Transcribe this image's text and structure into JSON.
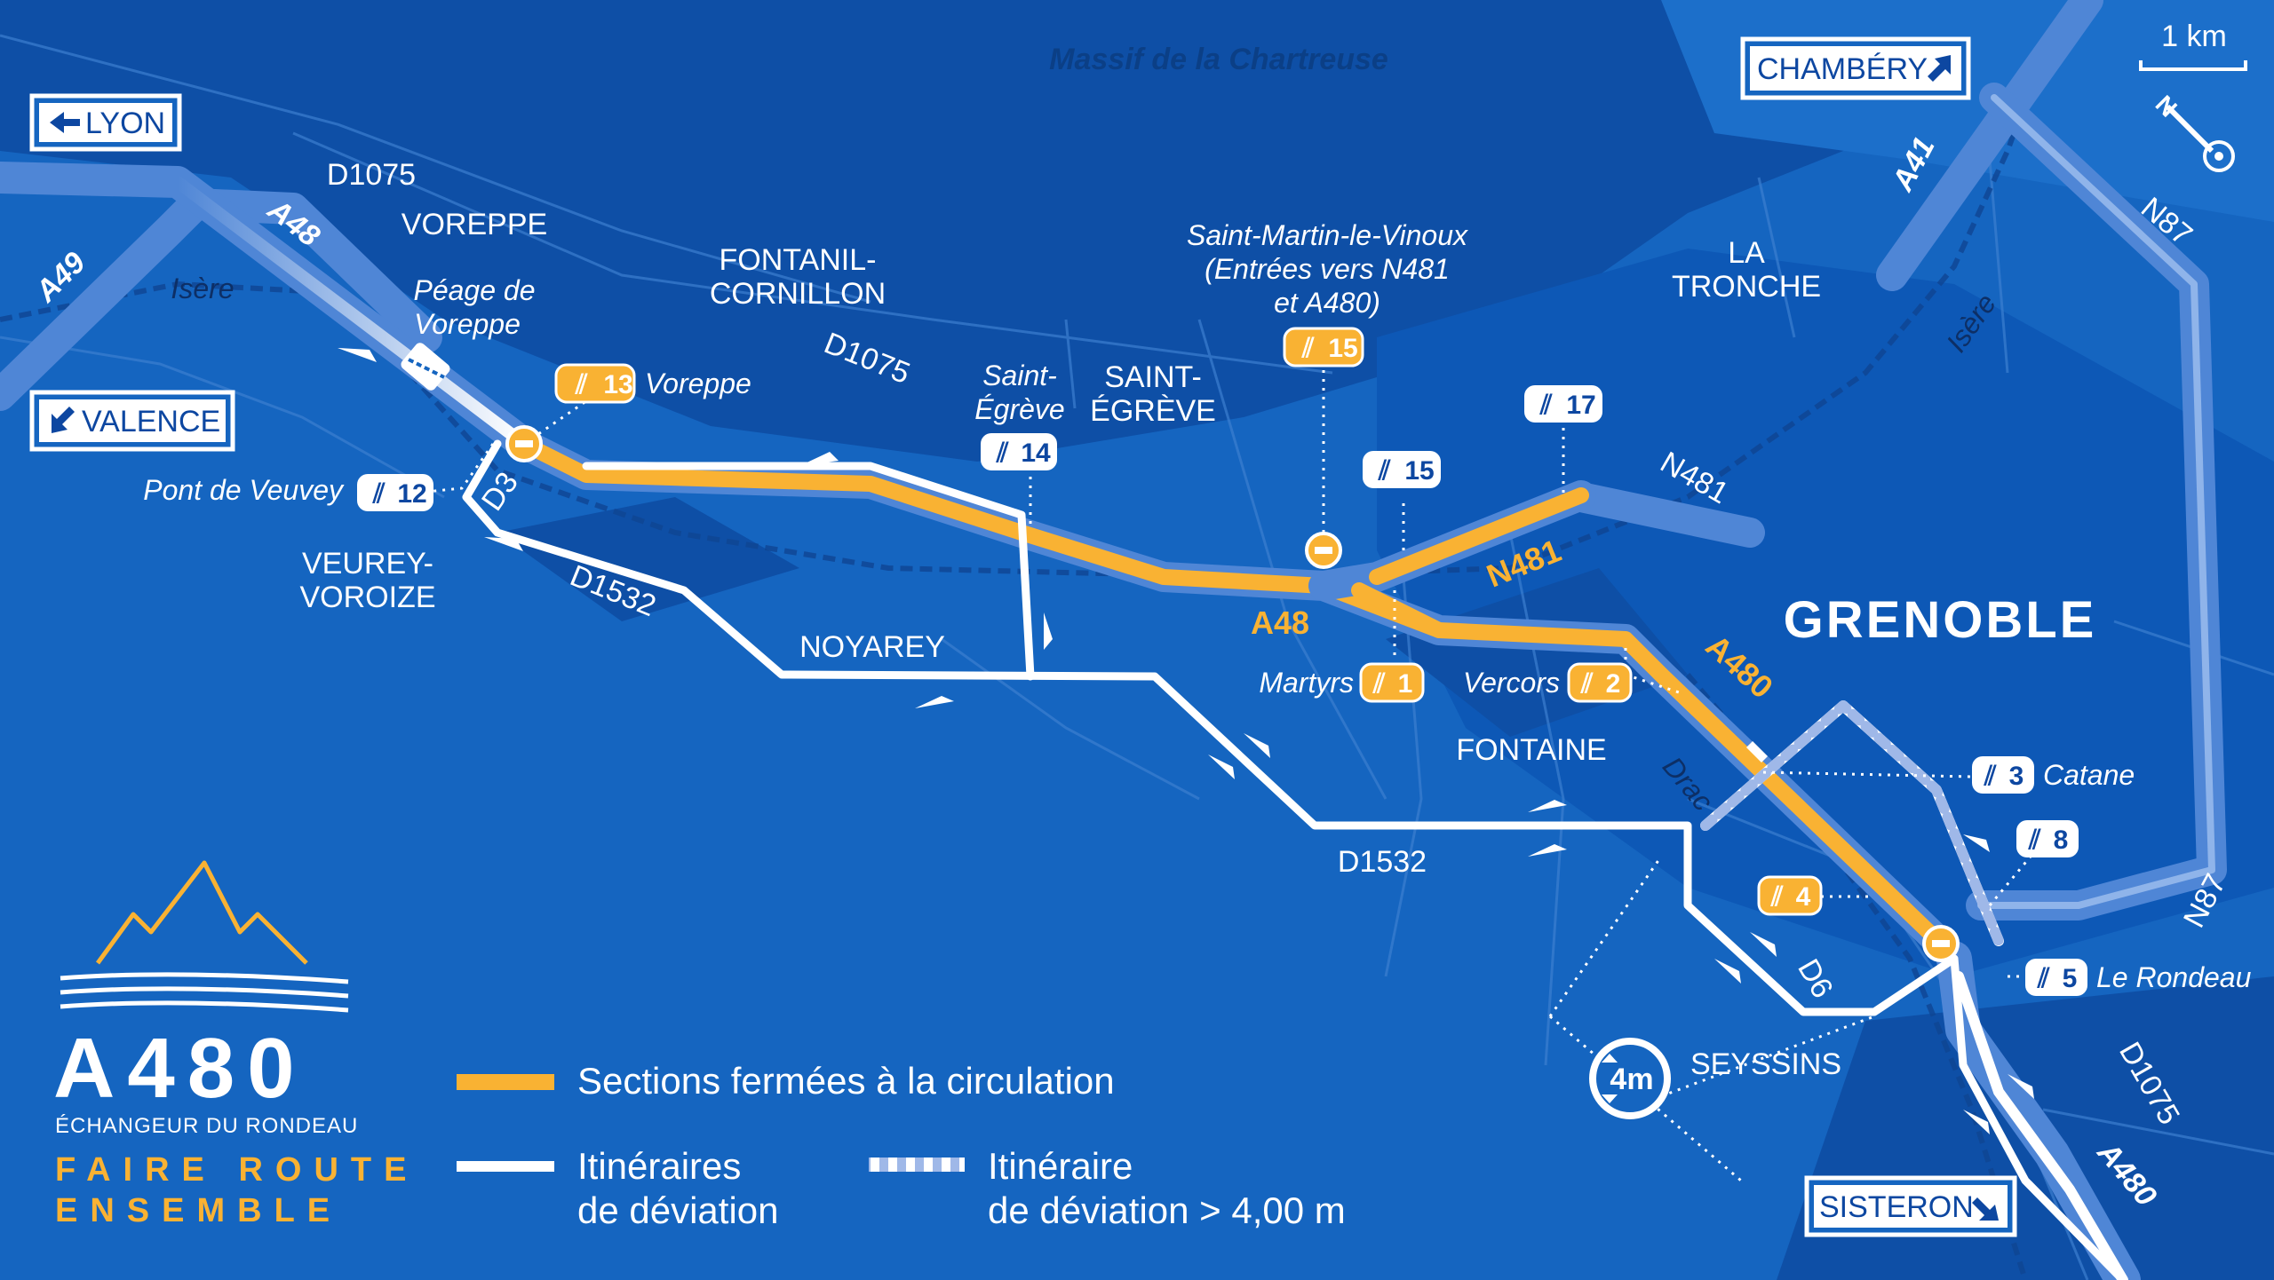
{
  "colors": {
    "background": "#1565c0",
    "closed_section": "#f9b233",
    "detour": "#ffffff",
    "detour_over_4m": "#9fb8e8",
    "motorway": "#4f86d6"
  },
  "region_label": "Massif de la Chartreuse",
  "scale_label": "1 km",
  "compass_label": "N",
  "signs": {
    "lyon": "LYON",
    "valence": "VALENCE",
    "chambery": "CHAMBÉRY",
    "sisteron": "SISTERON"
  },
  "places": {
    "voreppe": "VOREPPE",
    "fontanil_1": "FONTANIL-",
    "fontanil_2": "CORNILLON",
    "saint_egreve_1": "SAINT-",
    "saint_egreve_2": "ÉGRÈVE",
    "la_tronche_1": "LA",
    "la_tronche_2": "TRONCHE",
    "veurey_1": "VEUREY-",
    "veurey_2": "VOROIZE",
    "noyarey": "NOYAREY",
    "fontaine": "FONTAINE",
    "seyssins": "SEYSSINS",
    "grenoble": "GRENOBLE"
  },
  "annotations": {
    "peage_1": "Péage de",
    "peage_2": "Voreppe",
    "smv_1": "Saint-Martin-le-Vinoux",
    "smv_2": "(Entrées vers N481",
    "smv_3": "et A480)",
    "se14_1": "Saint-",
    "se14_2": "Égrève",
    "voreppe_exit": "Voreppe",
    "pont_veuvey": "Pont de Veuvey",
    "martyrs": "Martyrs",
    "vercors": "Vercors",
    "catane": "Catane",
    "le_rondeau": "Le Rondeau"
  },
  "water": {
    "isere_west": "Isère",
    "isere_east": "Isère",
    "drac": "Drac"
  },
  "roads": {
    "a49": "A49",
    "a48_nw": "A48",
    "a48_mid": "A48",
    "a41": "A41",
    "n87_top": "N87",
    "n87_right": "N87",
    "d1075_top": "D1075",
    "d1075_mid": "D1075",
    "d1075_right": "D1075",
    "d3": "D3",
    "d1532_west": "D1532",
    "d1532_south": "D1532",
    "n481_top": "N481",
    "n481_mid": "N481",
    "a480_mid": "A480",
    "a480_south": "A480",
    "d6": "D6"
  },
  "exits": {
    "e13": "13",
    "e12": "12",
    "e14": "14",
    "e15_top": "15",
    "e15_low": "15",
    "e17": "17",
    "e1": "1",
    "e2": "2",
    "e3": "3",
    "e4": "4",
    "e8": "8",
    "e5": "5"
  },
  "height_limit": "4m",
  "legend": {
    "closed": "Sections fermées à la circulation",
    "detour_1": "Itinéraires",
    "detour_2": "de déviation",
    "detour_over_1": "Itinéraire",
    "detour_over_2": "de déviation > 4,00 m"
  },
  "brand": {
    "title": "A480",
    "subtitle": "ÉCHANGEUR DU RONDEAU",
    "tagline_1": "FAIRE ROUTE",
    "tagline_2": "ENSEMBLE"
  }
}
